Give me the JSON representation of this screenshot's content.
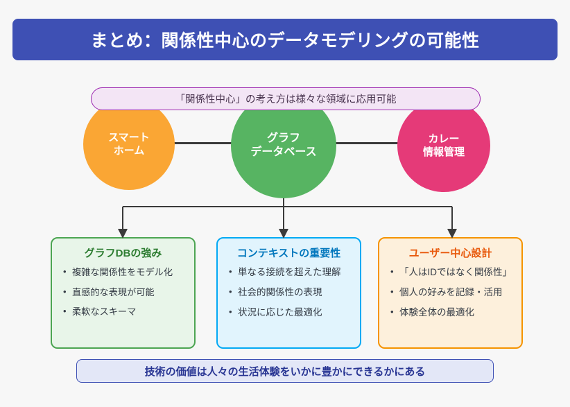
{
  "title": {
    "text": "まとめ：関係性中心のデータモデリングの可能性",
    "background_color": "#3E50B4",
    "text_color": "#FFFFFF"
  },
  "subtitle_pill": {
    "text": "「関係性中心」の考え方は様々な領域に応用可能",
    "background_color": "#F3E5F5",
    "border_color": "#9C27B0"
  },
  "circles": [
    {
      "name": "smart-home",
      "line1": "スマート",
      "line2": "ホーム",
      "color": "#FAA634"
    },
    {
      "name": "graph-database",
      "line1": "グラフ",
      "line2": "データベース",
      "color": "#57B462"
    },
    {
      "name": "curry-info",
      "line1": "カレー",
      "line2": "情報管理",
      "color": "#E53A78"
    }
  ],
  "boxes": [
    {
      "name": "graph-db-strengths",
      "heading": "グラフDBの強み",
      "fill_color": "#E8F5E9",
      "border_color": "#4CA552",
      "heading_color": "#2E7D32",
      "bullets": [
        "複雑な関係性をモデル化",
        "直感的な表現が可能",
        "柔軟なスキーマ"
      ]
    },
    {
      "name": "context-importance",
      "heading": "コンテキストの重要性",
      "fill_color": "#E1F4FD",
      "border_color": "#03A9F4",
      "heading_color": "#0277BD",
      "bullets": [
        "単なる接続を超えた理解",
        "社会的関係性の表現",
        "状況に応じた最適化"
      ]
    },
    {
      "name": "user-centered-design",
      "heading": "ユーザー中心設計",
      "fill_color": "#FDF0DC",
      "border_color": "#F59300",
      "heading_color": "#E8590C",
      "bullets": [
        "「人はIDではなく関係性」",
        "個人の好みを記録・活用",
        "体験全体の最適化"
      ]
    }
  ],
  "bottom_banner": {
    "text": "技術の価値は人々の生活体験をいかに豊かにできるかにある",
    "background_color": "#E3E7F7",
    "border_color": "#3E50B4",
    "text_color": "#283593"
  },
  "connectors": {
    "line_color": "#3A3A3A",
    "tree_color": "#3A3A3A"
  }
}
